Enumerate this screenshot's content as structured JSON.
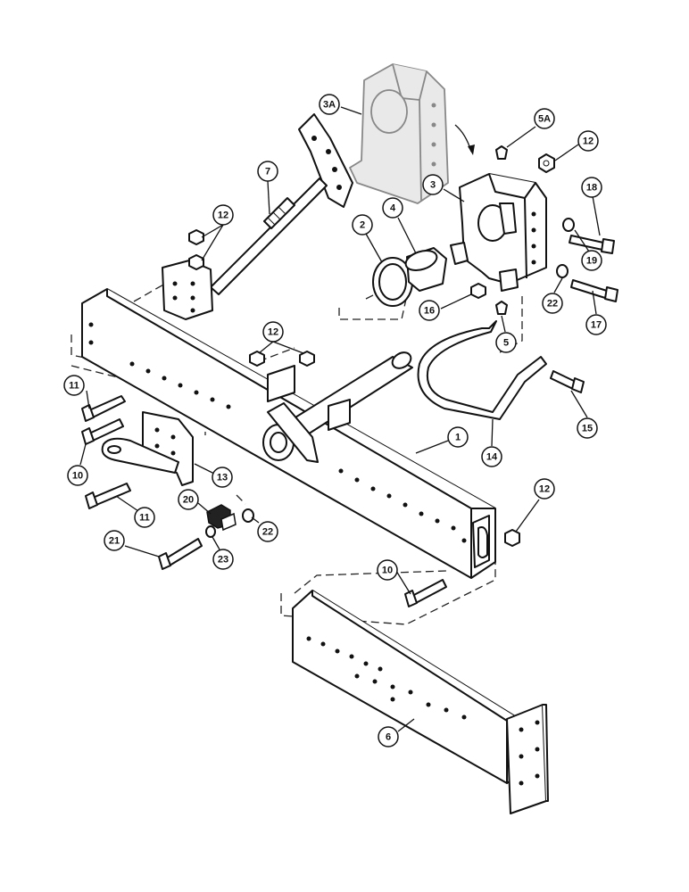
{
  "diagram": {
    "callouts": [
      {
        "id": "c-3a",
        "label": "3A"
      },
      {
        "id": "c-5a",
        "label": "5A"
      },
      {
        "id": "c-12-top",
        "label": "12"
      },
      {
        "id": "c-7",
        "label": "7"
      },
      {
        "id": "c-12-left",
        "label": "12"
      },
      {
        "id": "c-3",
        "label": "3"
      },
      {
        "id": "c-4",
        "label": "4"
      },
      {
        "id": "c-2",
        "label": "2"
      },
      {
        "id": "c-18",
        "label": "18"
      },
      {
        "id": "c-19",
        "label": "19"
      },
      {
        "id": "c-16",
        "label": "16"
      },
      {
        "id": "c-22-top",
        "label": "22"
      },
      {
        "id": "c-17",
        "label": "17"
      },
      {
        "id": "c-5",
        "label": "5"
      },
      {
        "id": "c-12-mid",
        "label": "12"
      },
      {
        "id": "c-11-top",
        "label": "11"
      },
      {
        "id": "c-15",
        "label": "15"
      },
      {
        "id": "c-1",
        "label": "1"
      },
      {
        "id": "c-14",
        "label": "14"
      },
      {
        "id": "c-10-left",
        "label": "10"
      },
      {
        "id": "c-13",
        "label": "13"
      },
      {
        "id": "c-20",
        "label": "20"
      },
      {
        "id": "c-12-right",
        "label": "12"
      },
      {
        "id": "c-11-bottom",
        "label": "11"
      },
      {
        "id": "c-22-bottom",
        "label": "22"
      },
      {
        "id": "c-21",
        "label": "21"
      },
      {
        "id": "c-23",
        "label": "23"
      },
      {
        "id": "c-10-bottom",
        "label": "10"
      },
      {
        "id": "c-6",
        "label": "6"
      }
    ]
  }
}
